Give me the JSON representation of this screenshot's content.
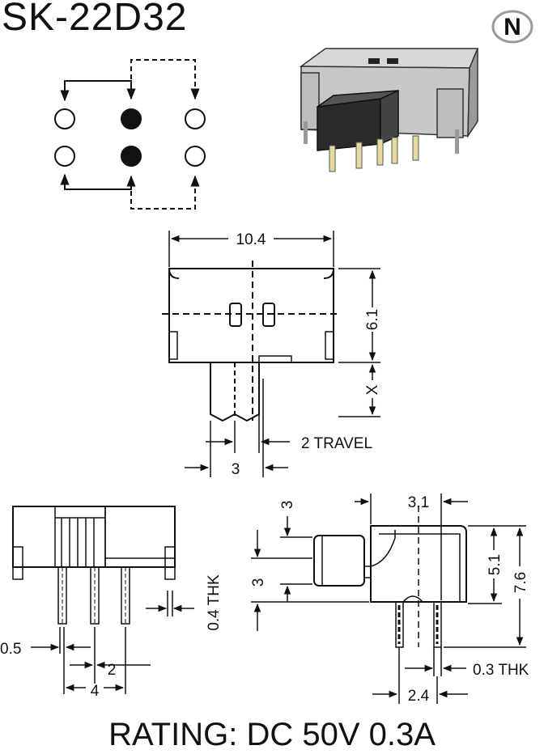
{
  "title": "SK-22D32",
  "rating": "RATING: DC 50V 0.3A",
  "logo_letter": "N",
  "dimensions": {
    "top_width": "10.4",
    "top_height": "6.1",
    "top_x": "X",
    "travel": "2 TRAVEL",
    "actuator_width": "3",
    "lead_thk": "0.4 THK",
    "lead_width": "0.5",
    "pitch": "2",
    "span": "4",
    "side_top": "3.1",
    "side_act_offset": "3",
    "side_act_height": "3",
    "side_body_height": "5.1",
    "side_total_height": "7.6",
    "side_pin_thk": "0.3 THK",
    "side_pin_spacing": "2.4"
  },
  "colors": {
    "ink": "#111111",
    "body_gray": "#bdbdbd",
    "dark": "#2a2a2a"
  }
}
